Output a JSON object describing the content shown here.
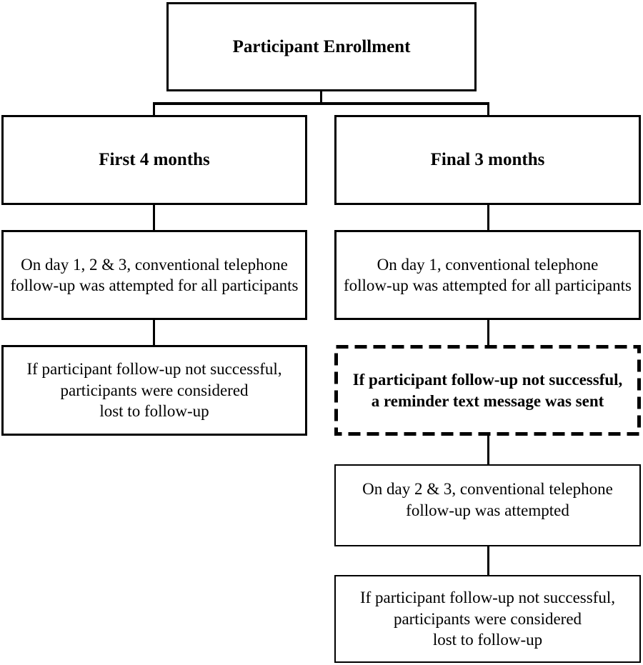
{
  "figure": {
    "type": "flowchart",
    "orientation": "top-down",
    "branches": 2
  },
  "nodes": {
    "root": {
      "label": "Participant Enrollment",
      "style": "solid-bold"
    },
    "left_branch": {
      "header": "First 4 months",
      "steps": [
        "On day 1, 2 & 3, conventional telephone\nfollow-up was attempted for all participants",
        "If participant follow-up not successful,\nparticipants were considered\nlost to follow-up"
      ]
    },
    "right_branch": {
      "header": "Final 3 months",
      "steps": [
        "On day 1, conventional telephone\nfollow-up was attempted for all participants",
        "If participant follow-up not successful,\na reminder text message was sent",
        "On day 2 & 3, conventional telephone\nfollow-up was attempted",
        "If participant follow-up not successful,\nparticipants were considered\nlost to follow-up"
      ]
    }
  },
  "styles": {
    "box_border_color": "#000000",
    "box_fill_color": "#ffffff",
    "text_color": "#000000",
    "highlight_box_border": "dashed",
    "highlight_box_text_weight": "bold"
  }
}
